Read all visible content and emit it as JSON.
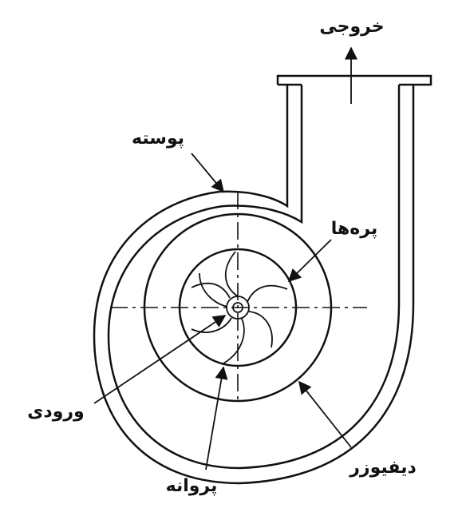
{
  "labels": {
    "outlet": "خروجی",
    "casing": "پوسته",
    "blades": "پره‌ها",
    "inlet": "ورودی",
    "impeller": "پروانه",
    "diffuser": "دیفیوزر"
  },
  "colors": {
    "ink": "#111111",
    "background": "#ffffff"
  }
}
